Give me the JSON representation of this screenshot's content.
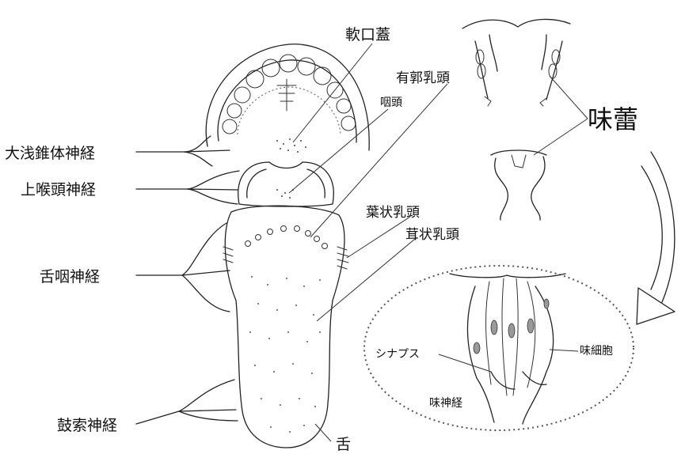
{
  "labels": {
    "soft_palate": "軟口蓋",
    "circumvallate_papillae": "有郭乳頭",
    "pharynx": "咽頭",
    "taste_bud": "味蕾",
    "greater_petrosal_nerve": "大浅錐体神経",
    "superior_laryngeal_nerve": "上喉頭神経",
    "foliate_papillae": "葉状乳頭",
    "fungiform_papillae": "茸状乳頭",
    "glossopharyngeal_nerve": "舌咽神経",
    "synapse": "シナプス",
    "taste_cell": "味細胞",
    "taste_nerve": "味神経",
    "chorda_tympani": "鼓索神経",
    "tongue": "舌"
  }
}
